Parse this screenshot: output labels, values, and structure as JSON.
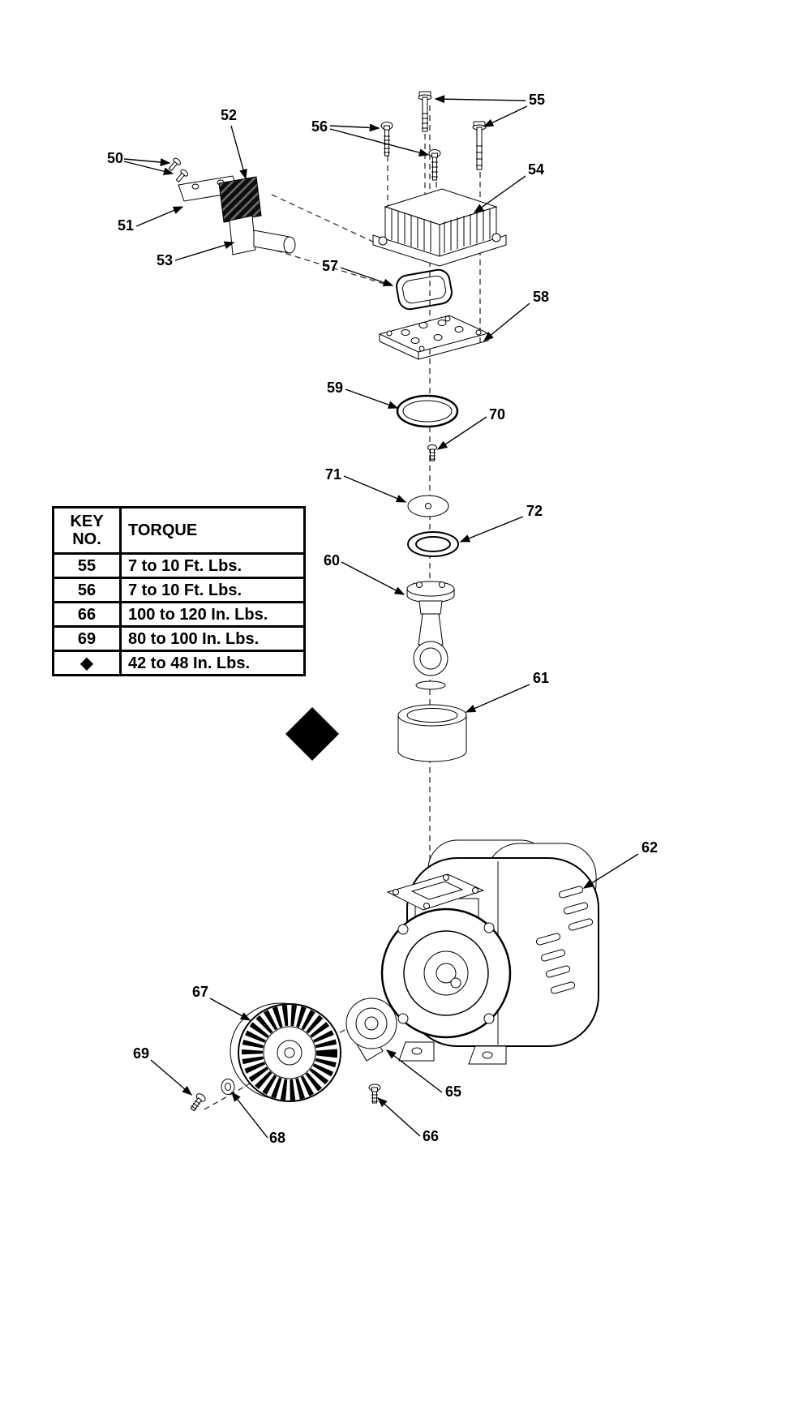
{
  "callouts": {
    "c50": "50",
    "c51": "51",
    "c52": "52",
    "c53": "53",
    "c54": "54",
    "c55": "55",
    "c56": "56",
    "c57": "57",
    "c58": "58",
    "c59": "59",
    "c60": "60",
    "c61": "61",
    "c62": "62",
    "c65": "65",
    "c66": "66",
    "c67": "67",
    "c68": "68",
    "c69": "69",
    "c70": "70",
    "c71": "71",
    "c72": "72"
  },
  "table": {
    "header": {
      "key_line1": "KEY",
      "key_line2": "NO.",
      "torque": "TORQUE"
    },
    "rows": [
      {
        "key": "55",
        "torque": "7 to 10 Ft. Lbs."
      },
      {
        "key": "56",
        "torque": "7 to 10 Ft. Lbs."
      },
      {
        "key": "66",
        "torque": "100 to 120 In. Lbs."
      },
      {
        "key": "69",
        "torque": "80 to 100 In. Lbs."
      },
      {
        "key": "◆",
        "torque": "42 to 48 In. Lbs."
      }
    ]
  }
}
